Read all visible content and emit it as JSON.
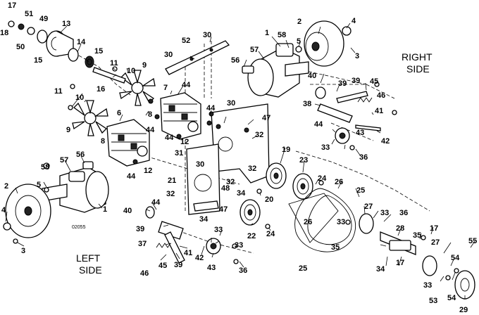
{
  "drawing_code": "02055",
  "side_labels": {
    "right": [
      "RIGHT",
      "SIDE"
    ],
    "left": [
      "LEFT",
      "SIDE"
    ]
  },
  "callouts": [
    "1",
    "1",
    "2",
    "2",
    "3",
    "3",
    "4",
    "4",
    "5",
    "5",
    "6",
    "7",
    "8",
    "8",
    "9",
    "9",
    "10",
    "10",
    "11",
    "11",
    "12",
    "12",
    "13",
    "14",
    "15",
    "15",
    "16",
    "17",
    "17",
    "17",
    "18",
    "19",
    "20",
    "21",
    "22",
    "23",
    "24",
    "24",
    "25",
    "25",
    "26",
    "26",
    "27",
    "27",
    "28",
    "29",
    "30",
    "30",
    "30",
    "30",
    "31",
    "32",
    "32",
    "32",
    "32",
    "33",
    "33",
    "33",
    "33",
    "33",
    "33",
    "34",
    "34",
    "34",
    "35",
    "35",
    "36",
    "36",
    "36",
    "37",
    "38",
    "39",
    "39",
    "39",
    "39",
    "40",
    "40",
    "41",
    "41",
    "42",
    "42",
    "43",
    "43",
    "44",
    "44",
    "44",
    "44",
    "44",
    "44",
    "44",
    "45",
    "45",
    "46",
    "46",
    "47",
    "47",
    "48",
    "49",
    "50",
    "51",
    "52",
    "53",
    "54",
    "54",
    "55",
    "56",
    "56",
    "57",
    "57",
    "58",
    "58"
  ]
}
